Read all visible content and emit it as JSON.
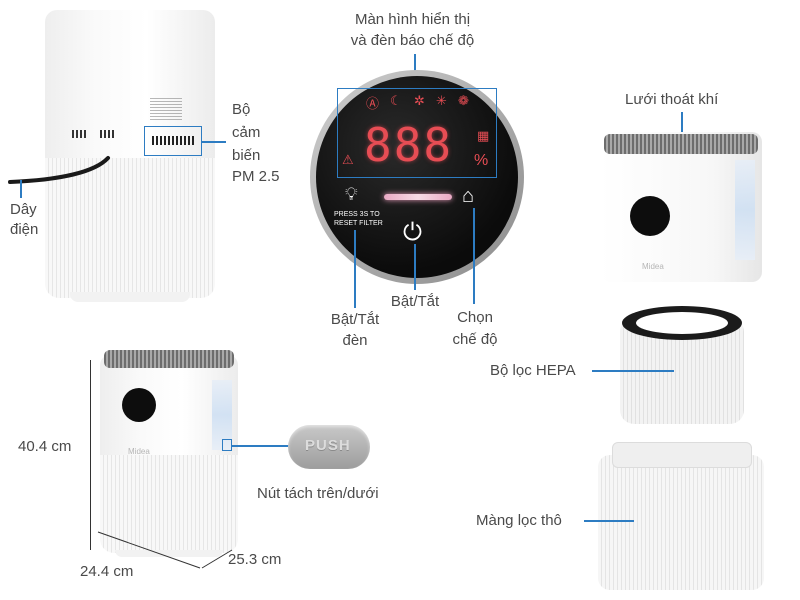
{
  "labels": {
    "display": "Màn hình hiển thị\nvà đèn báo chế độ",
    "display_line1": "Màn hình hiển thị",
    "display_line2": "và đèn báo chế độ",
    "sensor_1": "Bộ",
    "sensor_2": "cảm",
    "sensor_3": "biến",
    "sensor_4": "PM 2.5",
    "cord_1": "Dây",
    "cord_2": "điện",
    "light_1": "Bật/Tắt",
    "light_2": "đèn",
    "power": "Bật/Tắt",
    "mode_1": "Chọn",
    "mode_2": "chế độ",
    "outlet": "Lưới thoát khí",
    "hepa": "Bộ lọc HEPA",
    "prefilter": "Màng lọc thô",
    "release": "Nút tách trên/dưới",
    "height": "40.4 cm",
    "width": "24.4 cm",
    "depth": "25.3 cm"
  },
  "panel": {
    "digits": "888",
    "percent": "%",
    "reset_line1": "PRESS 3S TO",
    "reset_line2": "RESET FILTER",
    "icons": [
      "ai-mode-icon",
      "sleep-mode-icon",
      "fan-low-icon",
      "fan-mid-icon",
      "fan-high-icon"
    ]
  },
  "button": {
    "text": "PUSH"
  },
  "brand": {
    "name": "Midea"
  },
  "colors": {
    "accent_line": "#2d7cc2",
    "led": "#e74d54"
  }
}
